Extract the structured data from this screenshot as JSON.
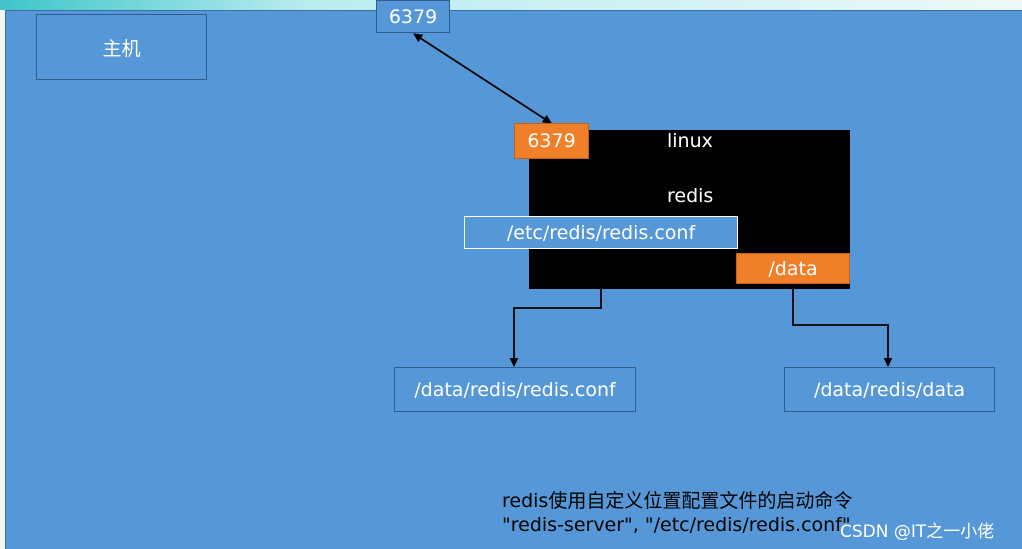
{
  "diagram": {
    "host_label": "主机",
    "host_port": "6379",
    "container": {
      "os_label": "linux",
      "app_label": "redis",
      "port": "6379",
      "config_path": "/etc/redis/redis.conf",
      "data_path": "/data"
    },
    "host_volumes": {
      "config": "/data/redis/redis.conf",
      "data": "/data/redis/data"
    },
    "caption": {
      "line1": "redis使用自定义位置配置文件的启动命令",
      "line2": "\"redis-server\", \"/etc/redis/redis.conf\""
    },
    "watermark": "CSDN @IT之一小佬",
    "colors": {
      "background": "#5597d7",
      "container": "#000000",
      "highlight": "#f07f2a"
    }
  }
}
